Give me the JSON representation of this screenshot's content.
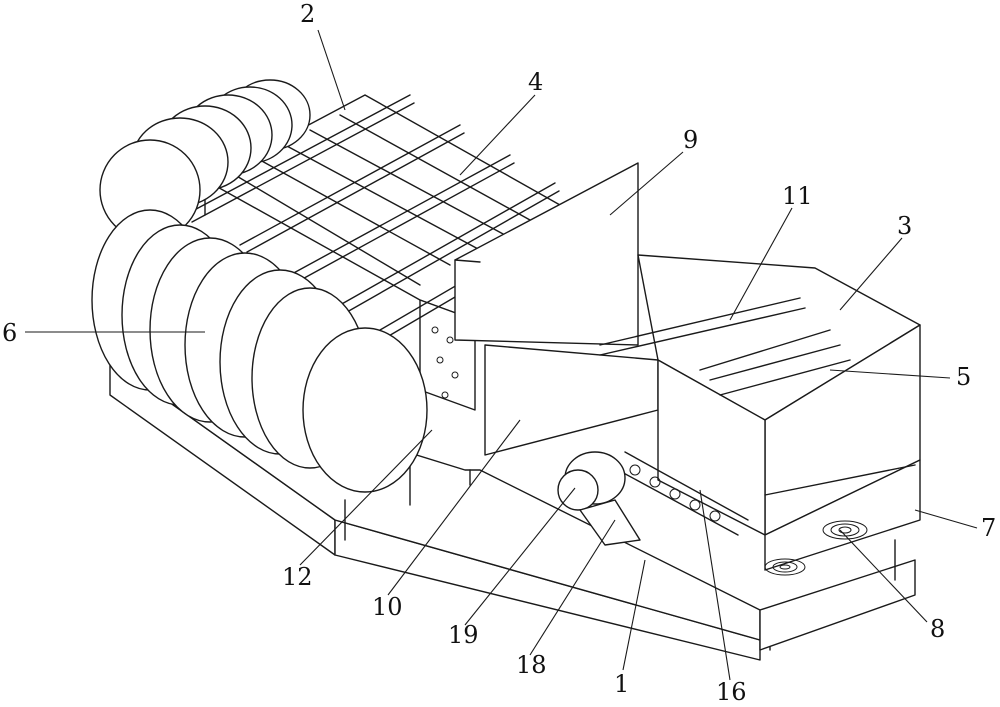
{
  "figure": {
    "callouts": [
      {
        "id": "c2",
        "label": "2"
      },
      {
        "id": "c4",
        "label": "4"
      },
      {
        "id": "c9",
        "label": "9"
      },
      {
        "id": "c11",
        "label": "11"
      },
      {
        "id": "c3",
        "label": "3"
      },
      {
        "id": "c6",
        "label": "6"
      },
      {
        "id": "c5",
        "label": "5"
      },
      {
        "id": "c7",
        "label": "7"
      },
      {
        "id": "c8",
        "label": "8"
      },
      {
        "id": "c12",
        "label": "12"
      },
      {
        "id": "c10",
        "label": "10"
      },
      {
        "id": "c19",
        "label": "19"
      },
      {
        "id": "c18",
        "label": "18"
      },
      {
        "id": "c1",
        "label": "1"
      },
      {
        "id": "c16",
        "label": "16"
      }
    ]
  }
}
